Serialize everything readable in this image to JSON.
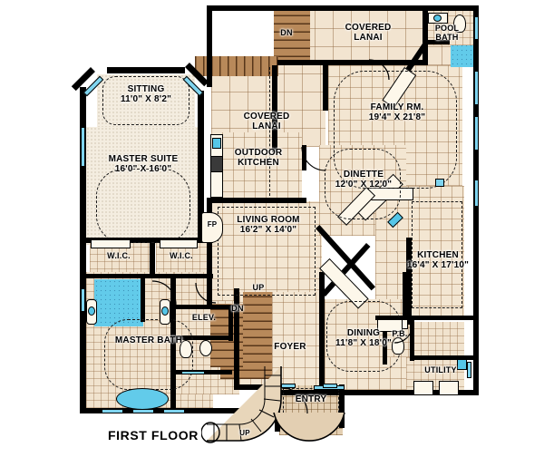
{
  "plan": {
    "title": "FIRST FLOOR",
    "type": "architectural-floor-plan",
    "background_color": "#ffffff",
    "wall_color": "#000000",
    "tile_color": "#f3e6d2",
    "carpet_color": "#f4ede0",
    "wood_color": "#b8895a",
    "water_color": "#62cbea",
    "window_color": "#7fd4ef"
  },
  "rooms": [
    {
      "id": "sitting",
      "name": "SITTING",
      "dims": "11'0\" X 8'2\""
    },
    {
      "id": "master_suite",
      "name": "MASTER SUITE",
      "dims": "16'0\" X 16'0\""
    },
    {
      "id": "master_bath",
      "name": "MASTER BATH",
      "dims": ""
    },
    {
      "id": "wic_left",
      "name": "W.I.C.",
      "dims": ""
    },
    {
      "id": "wic_right",
      "name": "W.I.C.",
      "dims": ""
    },
    {
      "id": "elevator",
      "name": "ELEV.",
      "dims": ""
    },
    {
      "id": "living_room",
      "name": "LIVING ROOM",
      "dims": "16'2\" X 14'0\""
    },
    {
      "id": "outdoor_kitchen",
      "name": "OUTDOOR KITCHEN",
      "dims": ""
    },
    {
      "id": "covered_lanai_left",
      "name": "COVERED LANAI",
      "dims": ""
    },
    {
      "id": "covered_lanai_top",
      "name": "COVERED LANAI",
      "dims": ""
    },
    {
      "id": "pool_bath",
      "name": "POOL BATH",
      "dims": ""
    },
    {
      "id": "family_room",
      "name": "FAMILY RM.",
      "dims": "19'4\" X 21'8\""
    },
    {
      "id": "dinette",
      "name": "DINETTE",
      "dims": "12'0\" X 12'0\""
    },
    {
      "id": "kitchen",
      "name": "KITCHEN",
      "dims": "16'4\" X 17'10\""
    },
    {
      "id": "dining",
      "name": "DINING",
      "dims": "11'8\" X 18'0\""
    },
    {
      "id": "powder_bath",
      "name": "P.B.",
      "dims": ""
    },
    {
      "id": "utility",
      "name": "UTILITY",
      "dims": ""
    },
    {
      "id": "foyer",
      "name": "FOYER",
      "dims": ""
    },
    {
      "id": "entry",
      "name": "ENTRY",
      "dims": ""
    }
  ],
  "annotations": {
    "fireplace": "FP",
    "stair_up_main": "UP",
    "stair_dn_main": "DN",
    "stair_dn_lanai": "DN",
    "stair_dn_elev": "DN",
    "stair_up_entry": "UP"
  }
}
